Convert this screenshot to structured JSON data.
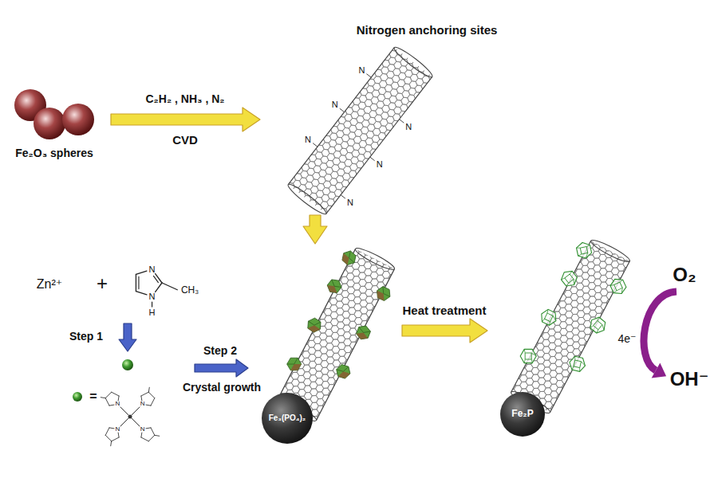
{
  "diagram": {
    "nodes": [
      {
        "text": [
          "Fe₂O₃ spheres"
        ]
      },
      {
        "text": [
          "Nitrogen anchoring sites"
        ]
      },
      {
        "text": [
          "Zn²⁺"
        ]
      },
      {
        "text": [
          "="
        ]
      },
      {
        "text": [
          "Fe₃(PO₄)₂"
        ]
      },
      {
        "text": [
          "Fe₂P"
        ]
      }
    ],
    "edges": [
      {
        "from": 0,
        "to": 1,
        "arrow": "to",
        "label": "C₂H₂ , NH₃ , N₂"
      },
      {
        "from": 1,
        "to": 4,
        "arrow": "to"
      },
      {
        "from": 2,
        "to": 3,
        "arrow": "to",
        "label": "Step 1"
      },
      {
        "from": 3,
        "to": 4,
        "arrow": "to",
        "label": "Step 2"
      },
      {
        "from": 4,
        "to": 5,
        "arrow": "to",
        "label": "Heat treatment"
      }
    ],
    "labels": [
      "CVD",
      "N",
      "N",
      "N",
      "N",
      "N",
      "N",
      "+",
      "N",
      "N",
      "H",
      "CH₃",
      "Crystal growth",
      "N",
      "N",
      "N",
      "N",
      "O₂",
      "4e⁻",
      "OH⁻"
    ]
  }
}
